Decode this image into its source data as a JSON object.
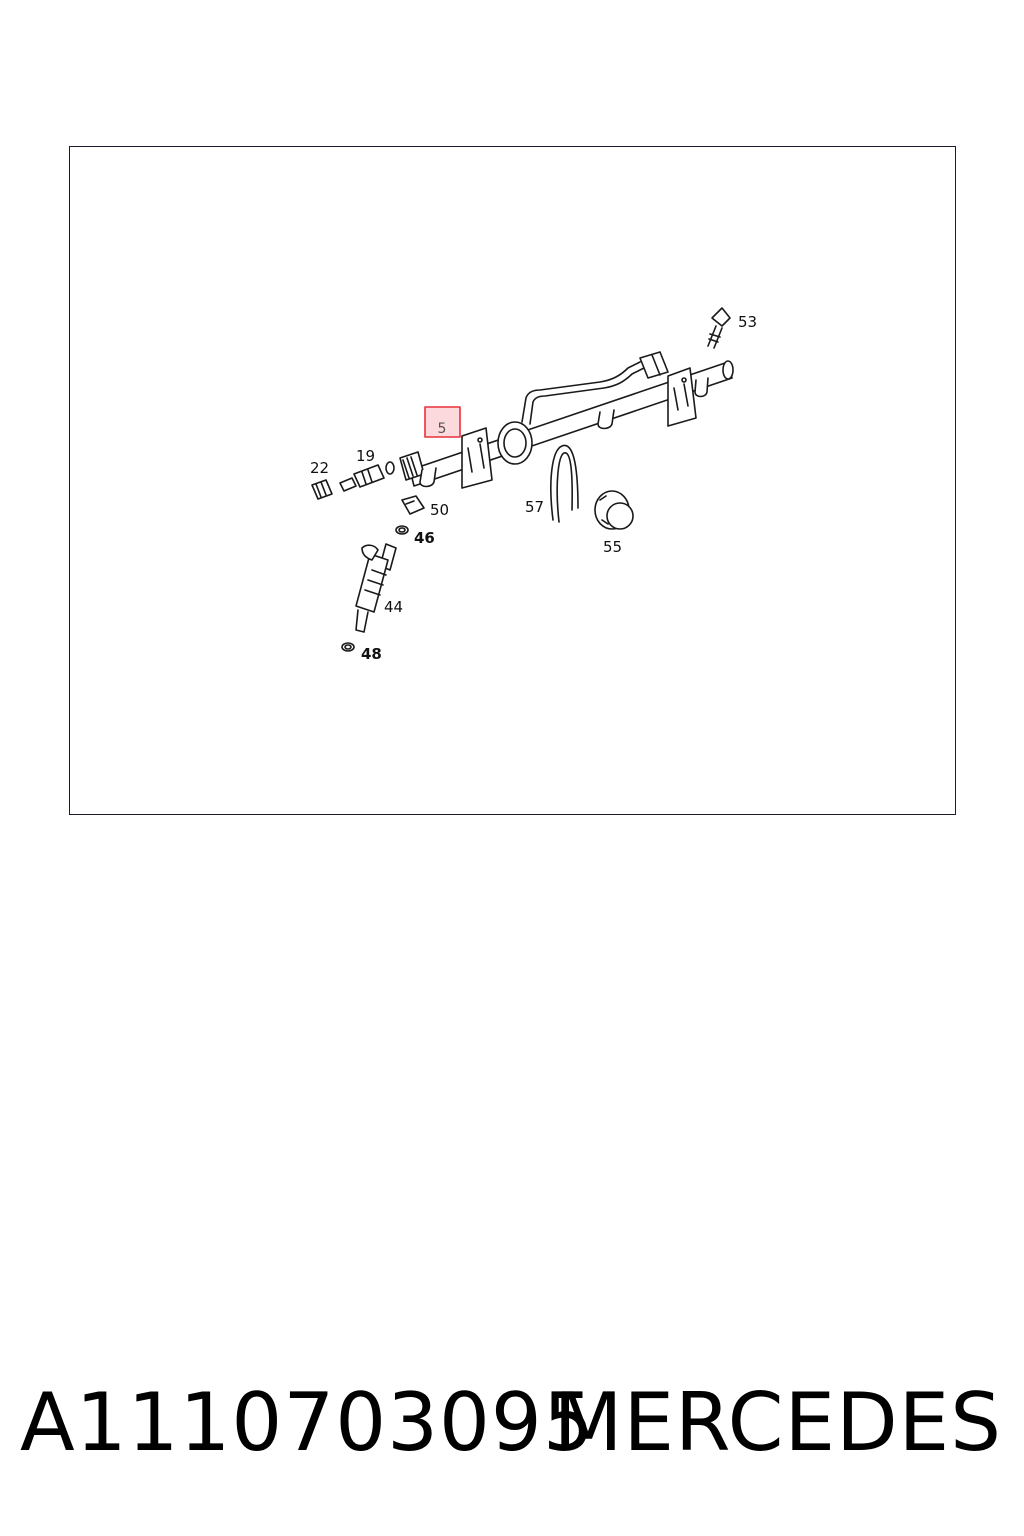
{
  "diagram": {
    "highlighted_callout": "5",
    "callouts": [
      "53",
      "22",
      "19",
      "50",
      "46",
      "57",
      "55",
      "44",
      "48"
    ],
    "highlight_color": "#e8303a",
    "highlight_fill": "#fbd9dc",
    "line_color": "#1a1a1a"
  },
  "footer": {
    "part_number": "A1110703095",
    "brand": "MERCEDES"
  }
}
